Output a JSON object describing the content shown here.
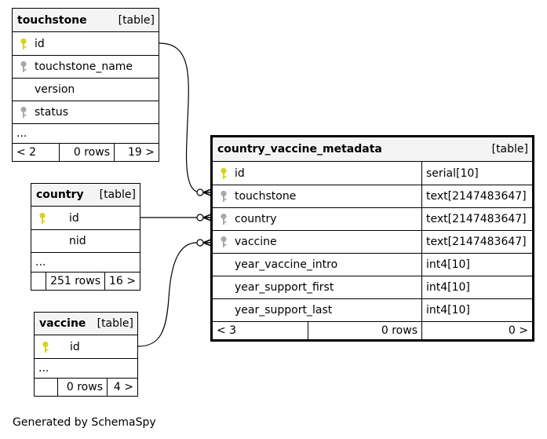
{
  "tables": {
    "touchstone": {
      "name": "touchstone",
      "kind": "[table]",
      "columns": [
        {
          "name": "id",
          "key": "primary"
        },
        {
          "name": "touchstone_name",
          "key": "index"
        },
        {
          "name": "version",
          "key": ""
        },
        {
          "name": "status",
          "key": "index"
        }
      ],
      "ellipsis": "...",
      "nav": {
        "prev": "< 2",
        "rows": "0 rows",
        "next": "19 >"
      }
    },
    "country": {
      "name": "country",
      "kind": "[table]",
      "columns": [
        {
          "name": "id",
          "key": "primary"
        },
        {
          "name": "nid",
          "key": ""
        }
      ],
      "ellipsis": "...",
      "nav": {
        "prev": "",
        "rows": "251 rows",
        "next": "16 >"
      }
    },
    "vaccine": {
      "name": "vaccine",
      "kind": "[table]",
      "columns": [
        {
          "name": "id",
          "key": "primary"
        }
      ],
      "ellipsis": "...",
      "nav": {
        "prev": "",
        "rows": "0 rows",
        "next": "4 >"
      }
    },
    "country_vaccine_metadata": {
      "name": "country_vaccine_metadata",
      "kind": "[table]",
      "columns": [
        {
          "name": "id",
          "type": "serial[10]",
          "key": "primary"
        },
        {
          "name": "touchstone",
          "type": "text[2147483647]",
          "key": "foreign"
        },
        {
          "name": "country",
          "type": "text[2147483647]",
          "key": "foreign"
        },
        {
          "name": "vaccine",
          "type": "text[2147483647]",
          "key": "foreign"
        },
        {
          "name": "year_vaccine_intro",
          "type": "int4[10]",
          "key": ""
        },
        {
          "name": "year_support_first",
          "type": "int4[10]",
          "key": ""
        },
        {
          "name": "year_support_last",
          "type": "int4[10]",
          "key": ""
        }
      ],
      "nav": {
        "prev": "< 3",
        "rows": "0 rows",
        "next": "0 >"
      }
    }
  },
  "relationships": [
    {
      "from": "country_vaccine_metadata.touchstone",
      "to": "touchstone.id"
    },
    {
      "from": "country_vaccine_metadata.country",
      "to": "country.id"
    },
    {
      "from": "country_vaccine_metadata.vaccine",
      "to": "vaccine.id"
    }
  ],
  "colors": {
    "primary_key": "#d4d41e",
    "foreign_key": "#a8a8a8",
    "header_bg": "#f4f4f4"
  },
  "footer": "Generated by SchemaSpy"
}
